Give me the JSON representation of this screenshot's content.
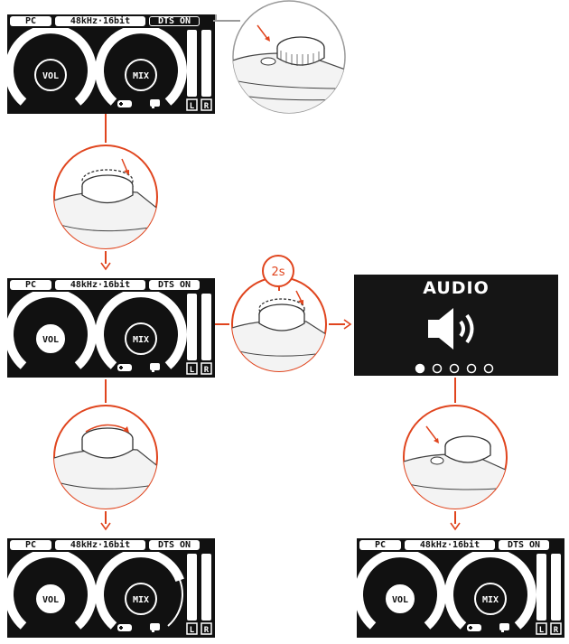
{
  "display": {
    "source_label": "PC",
    "format_label": "48kHz·16bit",
    "dts_label": "DTS ON",
    "vol_label": "VOL",
    "mix_label": "MIX",
    "left_label": "L",
    "right_label": "R"
  },
  "audio_menu": {
    "title": "AUDIO",
    "page_count": 5,
    "active_page": 1
  },
  "hold_badge": {
    "label": "2s"
  },
  "colors": {
    "accent": "#e0451e",
    "oled_bg": "#111111",
    "oled_fg": "#ffffff",
    "gray_line": "#9a9a9a"
  },
  "icons": [
    "speaker-icon",
    "gamepad-icon",
    "chat-bubble-icon",
    "control-knob-illustration"
  ],
  "panels": [
    {
      "id": "top",
      "dts_style": "outline",
      "vol_selected": false,
      "mix_selected": false,
      "mix_level": 1.0
    },
    {
      "id": "middle",
      "dts_style": "filled",
      "vol_selected": true,
      "mix_selected": false,
      "mix_level": 1.0
    },
    {
      "id": "bottom-left",
      "dts_style": "filled",
      "vol_selected": true,
      "mix_selected": false,
      "mix_level": 0.75
    },
    {
      "id": "bottom-right",
      "dts_style": "filled",
      "vol_selected": true,
      "mix_selected": false,
      "mix_level": 1.0
    }
  ]
}
